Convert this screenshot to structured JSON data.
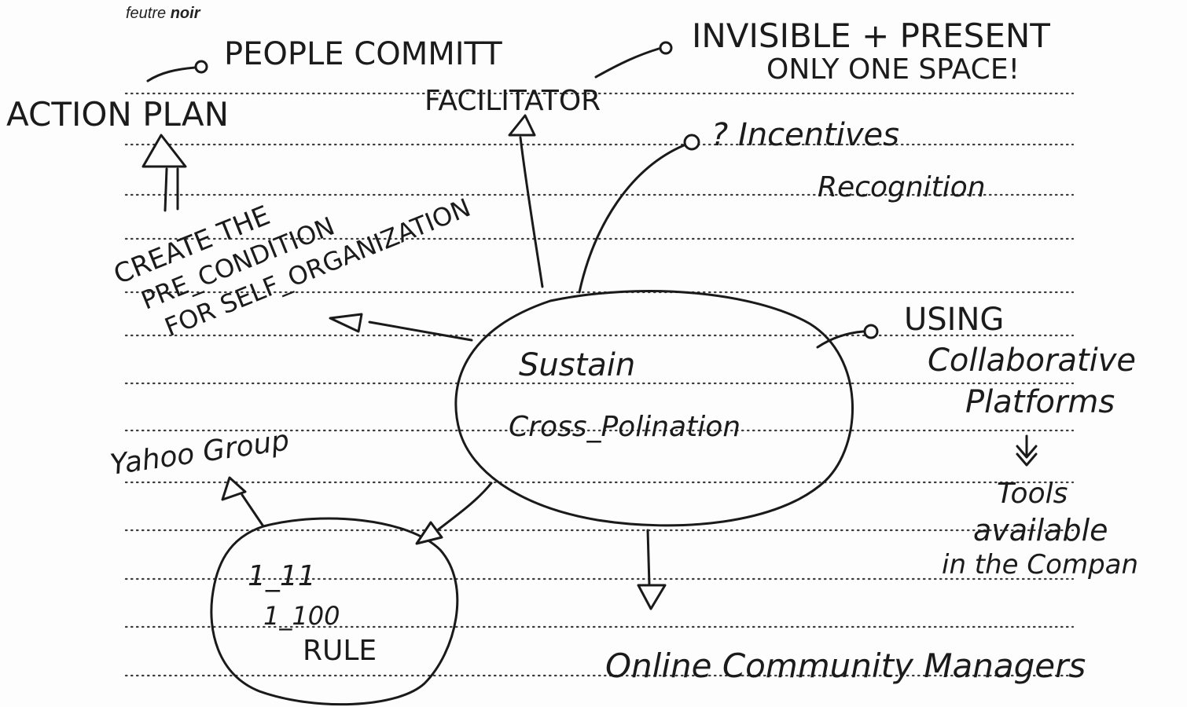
{
  "header": {
    "pen": "feutre",
    "pen_color": "noir"
  },
  "nodes": {
    "center_line1": "Sustain",
    "center_line2": "Cross_Polination",
    "action_plan": "ACTION PLAN",
    "people_commit": "PEOPLE COMMITT",
    "facilitator": "FACILITATOR",
    "invisible_line1": "INVISIBLE + PRESENT",
    "invisible_line2": "ONLY ONE SPACE!",
    "incentives": "? Incentives",
    "recognition": "Recognition",
    "using": "USING",
    "collaborative": "Collaborative",
    "platforms": "Platforms",
    "tools_line1": "Tools",
    "tools_line2": "available",
    "tools_line3": "in the Compan",
    "online_managers": "Online Community Managers",
    "yahoo_group": "Yahoo Group",
    "rule_line1": "1_11",
    "rule_line2": "1_100",
    "rule_line3": "RULE",
    "precondition_line1": "CREATE THE",
    "precondition_line2": "PRE_CONDITION",
    "precondition_line3": "FOR SELF_ORGANIZATION"
  },
  "colors": {
    "ink": "#1a1a1a",
    "paper": "#fdfdfd",
    "rule_dots": "#3c3c3c"
  }
}
